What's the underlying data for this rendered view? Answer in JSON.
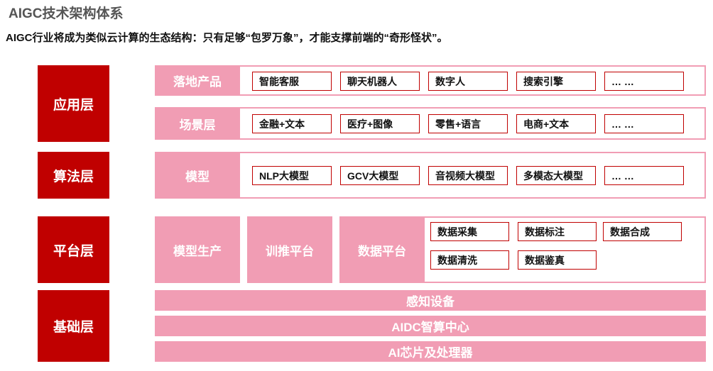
{
  "header": {
    "title": "AIGC技术架构体系",
    "subtitle": "AIGC行业将成为类似云计算的生态结构：只有足够“包罗万象”，才能支撑前端的“奇形怪状”。"
  },
  "layers": {
    "application": "应用层",
    "algorithm": "算法层",
    "platform": "平台层",
    "infrastructure": "基础层"
  },
  "rows": {
    "products": {
      "label": "落地产品",
      "items": [
        "智能客服",
        "聊天机器人",
        "数字人",
        "搜索引擎",
        "… …"
      ]
    },
    "scenes": {
      "label": "场景层",
      "items": [
        "金融+文本",
        "医疗+图像",
        "零售+语言",
        "电商+文本",
        "… …"
      ]
    },
    "models": {
      "label": "模型",
      "items": [
        "NLP大模型",
        "GCV大模型",
        "音视频大模型",
        "多模态大模型",
        "… …"
      ]
    },
    "platform": {
      "model_production": "模型生产",
      "training_inference": "训推平台",
      "data_platform": "数据平台",
      "data_items": [
        "数据采集",
        "数据标注",
        "数据合成",
        "数据清洗",
        "数据鉴真"
      ]
    },
    "infrastructure": {
      "items": [
        "感知设备",
        "AIDC智算中心",
        "AI芯片及处理器"
      ]
    }
  }
}
